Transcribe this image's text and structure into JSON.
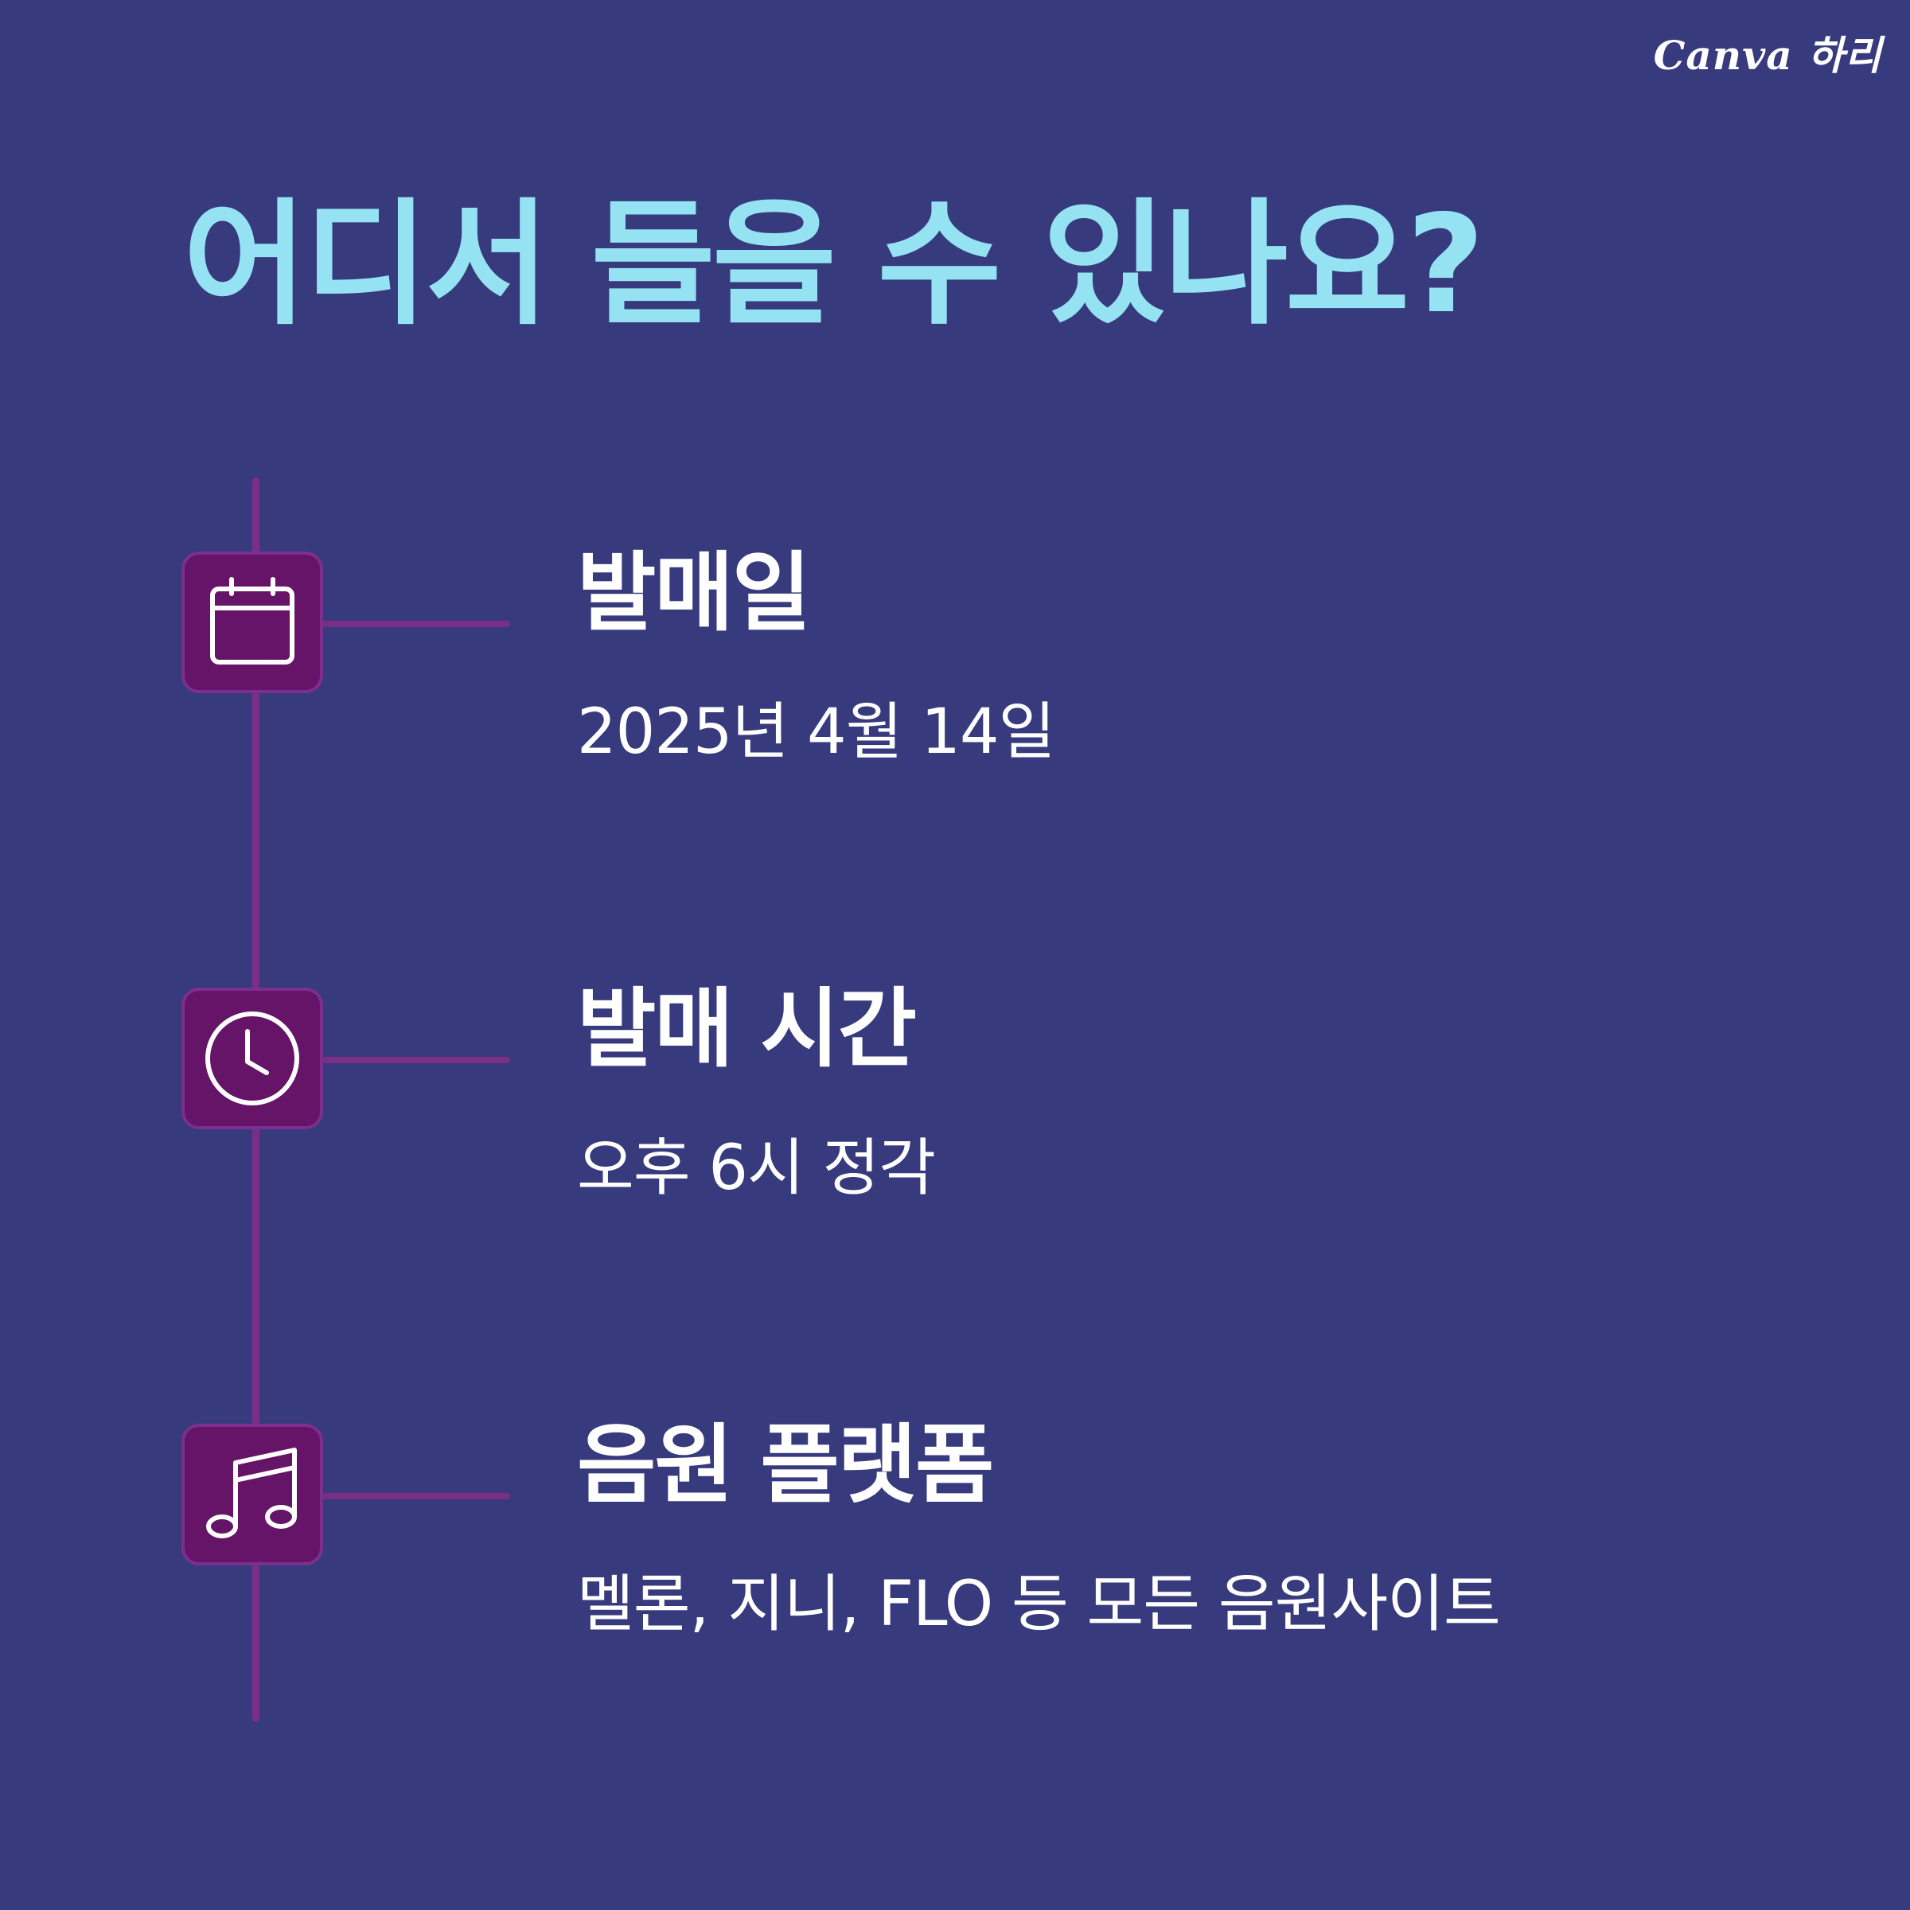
{
  "brand": {
    "name": "Canva 하리"
  },
  "title": "어디서 들을 수 있나요?",
  "colors": {
    "background": "#373a7c",
    "title": "#95e2f2",
    "timeline": "#7b2e86",
    "icon_box": "#651468",
    "text": "#ffffff"
  },
  "items": [
    {
      "icon": "calendar-icon",
      "title": "발매일",
      "desc": "2025년 4월 14일"
    },
    {
      "icon": "clock-icon",
      "title": "발매 시간",
      "desc": "오후 6시 정각"
    },
    {
      "icon": "music-note-icon",
      "title": "음원 플랫폼",
      "desc": "멜론, 지니, FLO 등 모든 음원사이트"
    }
  ]
}
